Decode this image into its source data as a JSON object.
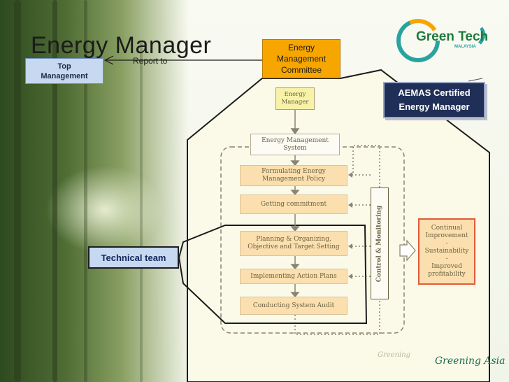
{
  "title": "Energy Manager",
  "top_management": "Top\nManagement",
  "report_to": "Report to",
  "committee": "Energy\nManagement\nCommittee",
  "aefmas": "AEMAS Certified\nEnergy Manager",
  "technical_team": "Technical team",
  "flow": {
    "energy_manager": "Energy\nManager",
    "ems": "Energy Management\nSystem",
    "policy": "Formulating Energy\nManagement Policy",
    "commitment": "Getting commitment",
    "planning": "Planning & Organizing,\nObjective and Target Setting",
    "implementing": "Implementing Action Plans",
    "audit": "Conducting System Audit",
    "control": "Control & Monitoring",
    "continual": "Continual\nImprovement\n-\nSustainability\n-\nImproved\nprofitability"
  },
  "logo": {
    "main": "Green Tech",
    "sub": "MALAYSIA"
  },
  "footer": {
    "faint": "Greening",
    "brand": "Greening Asia"
  },
  "colors": {
    "committee": "#f7a600",
    "aemas": "#1f2f57",
    "top_management": "#c6d9f1",
    "technical_team": "#c6d9f1",
    "continual_border": "#e05a3a"
  }
}
